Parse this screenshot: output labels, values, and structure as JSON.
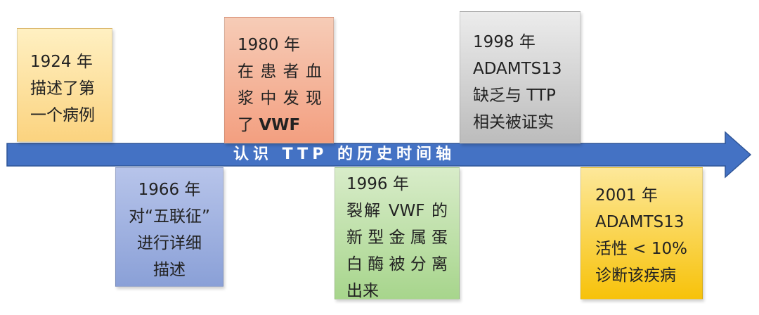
{
  "timeline": {
    "axis_label": "认识 TTP 的历史时间轴",
    "events": [
      {
        "lines": [
          "1924 年",
          "描述了第",
          "一个病例"
        ]
      },
      {
        "lines": [
          "1966 年",
          "对“五联征”",
          "进行详细",
          "描述"
        ]
      },
      {
        "lines": [
          "1980 年",
          "在患者血",
          "浆中发现"
        ],
        "last_prefix": "了 ",
        "last_bold": "VWF"
      },
      {
        "lines": [
          "1996 年",
          "裂解 VWF 的",
          "新型金属蛋",
          "白酶被分离",
          "出来"
        ]
      },
      {
        "lines": [
          "1998 年",
          "ADAMTS13",
          "缺乏与 TTP",
          "相关被证实"
        ]
      },
      {
        "lines": [
          "2001 年",
          "ADAMTS13",
          "活性 < 10%",
          "诊断该疾病"
        ]
      }
    ]
  },
  "colors": {
    "arrow": "#4472c4",
    "arrow_stroke": "#2f5597"
  }
}
